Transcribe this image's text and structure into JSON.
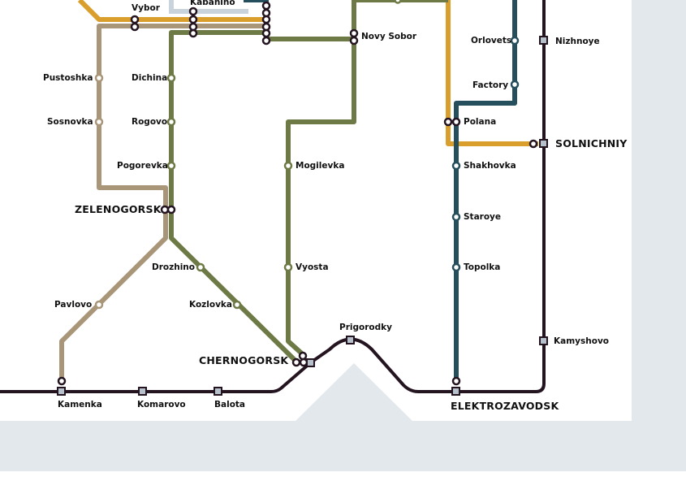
{
  "map": {
    "lines": [
      {
        "id": "orange",
        "color": "#d99e2b"
      },
      {
        "id": "tan",
        "color": "#a99679"
      },
      {
        "id": "green",
        "color": "#6e7a45"
      },
      {
        "id": "blue",
        "color": "#264f5e"
      },
      {
        "id": "dark",
        "color": "#231420"
      },
      {
        "id": "light",
        "color": "#c8d3dc"
      }
    ],
    "background": {
      "land": "#ffffff",
      "water": "#e3e8ec"
    },
    "stations": {
      "vybor": "Vybor",
      "kabanino": "Kabanino",
      "novy_sobor": "Novy Sobor",
      "orlovets": "Orlovets",
      "nizhnoye": "Nizhnoye",
      "pustoshka": "Pustoshka",
      "dichina": "Dichina",
      "factory": "Factory",
      "sosnovka": "Sosnovka",
      "rogovo": "Rogovo",
      "polana": "Polana",
      "solnichniy": "SOLNICHNIY",
      "pogorevka": "Pogorevka",
      "mogilevka": "Mogilevka",
      "shakhovka": "Shakhovka",
      "zelenogorsk": "ZELENOGORSK",
      "staroye": "Staroye",
      "drozhino": "Drozhino",
      "vyosta": "Vyosta",
      "topolka": "Topolka",
      "pavlovo": "Pavlovo",
      "kozlovka": "Kozlovka",
      "prigorodky": "Prigorodky",
      "kamyshovo": "Kamyshovo",
      "chernogorsk": "CHERNOGORSK",
      "kamenka": "Kamenka",
      "komarovo": "Komarovo",
      "balota": "Balota",
      "elektrozavodsk": "ELEKTROZAVODSK"
    }
  }
}
